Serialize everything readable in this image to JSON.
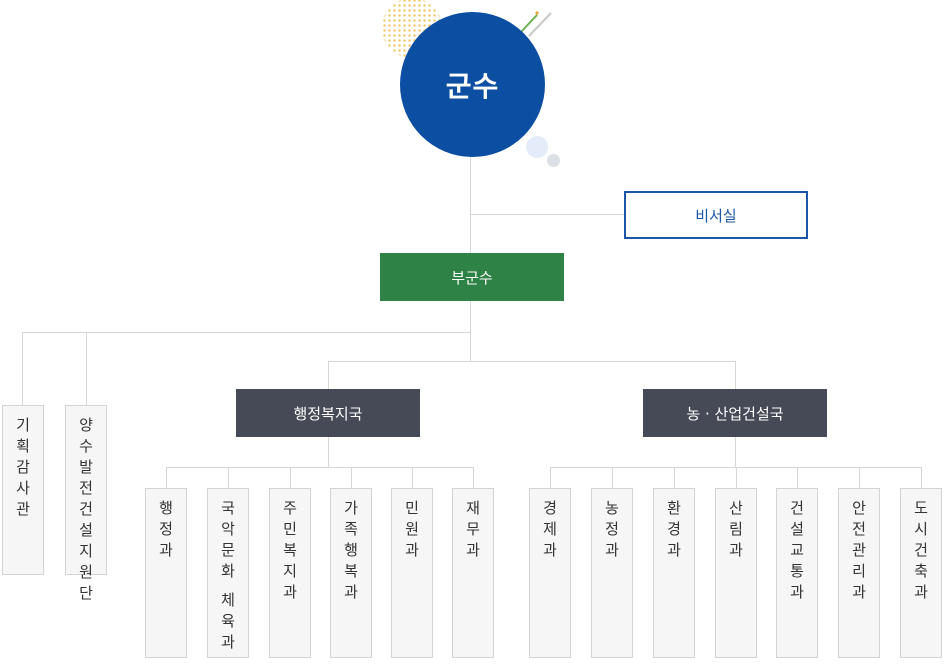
{
  "mayor": {
    "label": "군수"
  },
  "secretary": {
    "label": "비서실"
  },
  "vice_mayor": {
    "label": "부군수"
  },
  "direct_units": [
    {
      "chars": [
        "기",
        "획",
        "감",
        "사",
        "관"
      ]
    },
    {
      "chars": [
        "양",
        "수",
        "발",
        "전",
        "건",
        "설",
        "지",
        "원",
        "단"
      ]
    }
  ],
  "bureaus": [
    {
      "label": "행정복지국",
      "departments": [
        {
          "chars": [
            "행",
            "정",
            "과"
          ]
        },
        {
          "chars": [
            "국",
            "악",
            "문",
            "화",
            "",
            "체",
            "육",
            "과"
          ]
        },
        {
          "chars": [
            "주",
            "민",
            "복",
            "지",
            "과"
          ]
        },
        {
          "chars": [
            "가",
            "족",
            "행",
            "복",
            "과"
          ]
        },
        {
          "chars": [
            "민",
            "원",
            "과"
          ]
        },
        {
          "chars": [
            "재",
            "무",
            "과"
          ]
        }
      ]
    },
    {
      "label": "농 · 산업건설국",
      "departments": [
        {
          "chars": [
            "경",
            "제",
            "과"
          ]
        },
        {
          "chars": [
            "농",
            "정",
            "과"
          ]
        },
        {
          "chars": [
            "환",
            "경",
            "과"
          ]
        },
        {
          "chars": [
            "산",
            "림",
            "과"
          ]
        },
        {
          "chars": [
            "건",
            "설",
            "교",
            "통",
            "과"
          ]
        },
        {
          "chars": [
            "안",
            "전",
            "관",
            "리",
            "과"
          ]
        },
        {
          "chars": [
            "도",
            "시",
            "건",
            "축",
            "과"
          ]
        }
      ]
    }
  ]
}
